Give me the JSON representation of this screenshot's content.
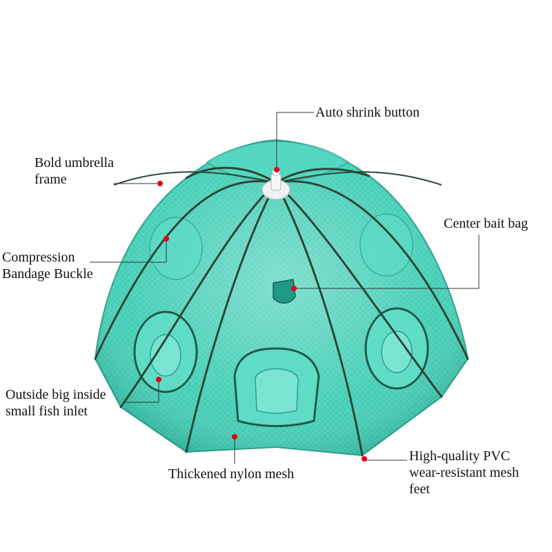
{
  "colors": {
    "mesh": "#3fd0b6",
    "mesh_dark": "#22a893",
    "frame": "#2f4a3a",
    "marker": "#e3001b",
    "leader": "#333333"
  },
  "callouts": {
    "auto_shrink": {
      "lines": [
        "Auto shrink button"
      ]
    },
    "umbrella_frame": {
      "lines": [
        "Bold umbrella",
        "frame"
      ]
    },
    "buckle": {
      "lines": [
        "Compression",
        "Bandage Buckle"
      ]
    },
    "bait_bag": {
      "lines": [
        "Center bait bag"
      ]
    },
    "fish_inlet": {
      "lines": [
        "Outside big inside",
        "small fish inlet"
      ]
    },
    "nylon_mesh": {
      "lines": [
        "Thickened nylon mesh"
      ]
    },
    "pvc_feet": {
      "lines": [
        "High-quality PVC",
        "wear-resistant mesh",
        "feet"
      ]
    }
  }
}
